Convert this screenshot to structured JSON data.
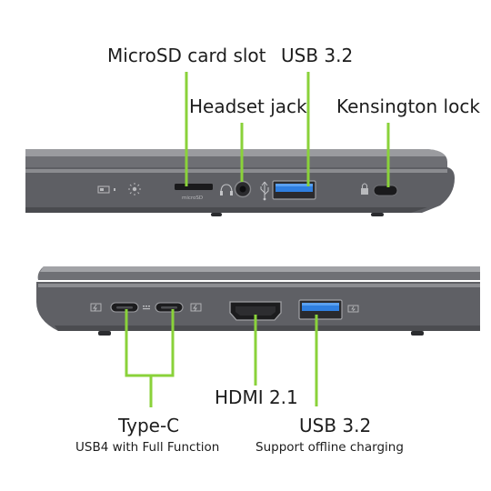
{
  "labels": {
    "microsd": "MicroSD card slot",
    "usb_top": "USB 3.2",
    "headset": "Headset jack",
    "kensington": "Kensington lock",
    "hdmi": "HDMI 2.1",
    "typec": "Type-C",
    "typec_sub": "USB4 with Full Function",
    "usb_bottom": "USB 3.2",
    "usb_bottom_sub": "Support offline charging"
  },
  "port_marks": {
    "microsd_mark": "microSD"
  },
  "colors": {
    "leader": "#8ad23a",
    "chassis_dark": "#5b5c60",
    "chassis_mid": "#7c7d82",
    "chassis_light": "#a8a9ad",
    "usb_blue": "#2f7fe0",
    "text": "#1d1d1d"
  },
  "icons": {
    "power_led": "battery-led-icon",
    "status_led": "light-sun-icon",
    "headset": "headphones-icon",
    "usb_top": "usb-trident-icon",
    "lock": "lock-icon",
    "typec_left": "thunderbolt-icon",
    "typec_right": "display-port-icon",
    "usb_bottom": "charging-icon"
  }
}
